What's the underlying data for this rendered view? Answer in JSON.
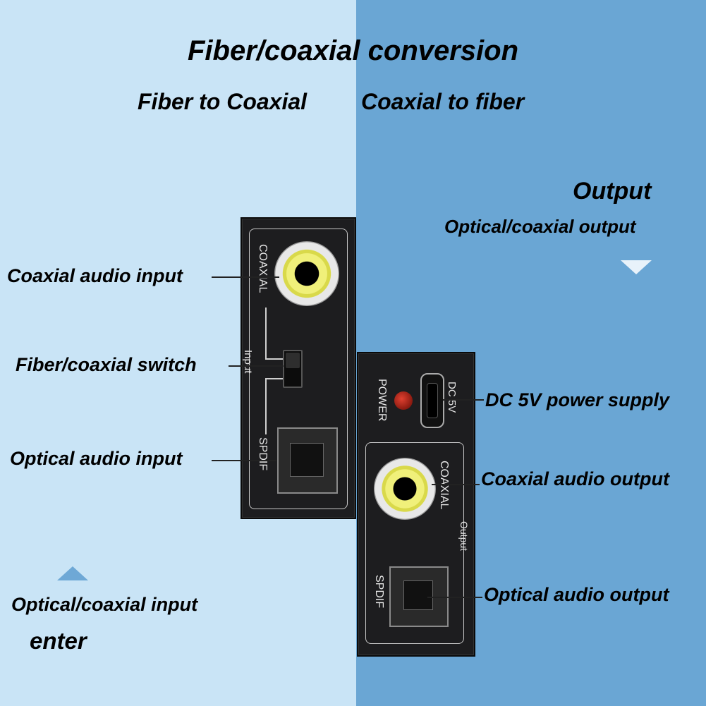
{
  "title": "Fiber/coaxial conversion",
  "subtitle_left": "Fiber to Coaxial",
  "subtitle_right": "Coaxial to fiber",
  "output_heading": "Output",
  "output_subheading": "Optical/coaxial output",
  "labels": {
    "coaxial_audio_input": "Coaxial audio input",
    "fiber_coaxial_switch": "Fiber/coaxial switch",
    "optical_audio_input": "Optical audio input",
    "dc_power": "DC 5V power supply",
    "coaxial_audio_output": "Coaxial audio output",
    "optical_audio_output": "Optical audio output"
  },
  "input_heading": "Optical/coaxial input",
  "input_enter": "enter",
  "device_input": {
    "coaxial": "COAXIAL",
    "input": "Input",
    "spdif": "SPDIF"
  },
  "device_output": {
    "power": "POWER",
    "dc5v": "DC 5V",
    "coaxial": "COAXIAL",
    "output": "Output",
    "spdif": "SPDIF"
  },
  "colors": {
    "left_bg": "#c9e4f6",
    "right_bg": "#6aa6d4",
    "device": "#1d1d1f",
    "rca_yellow": "#f0f07a",
    "led_red": "#e04030"
  }
}
